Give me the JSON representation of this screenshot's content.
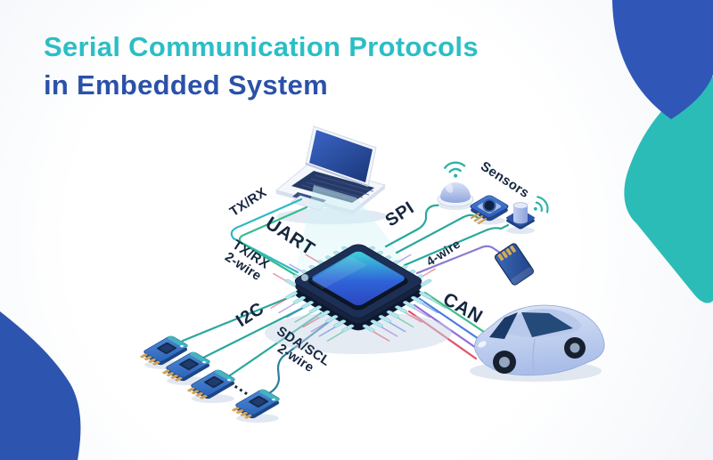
{
  "title": {
    "line1": "Serial Communication Protocols",
    "line2": "in Embedded System"
  },
  "labels": {
    "uart": "UART",
    "spi": "SPI",
    "i2c": "I2C",
    "can": "CAN",
    "uart_wires_top": "TX/RX",
    "uart_wires_bottom": {
      "line1": "TX/RX",
      "line2": "2-wire"
    },
    "spi_wires": "4-wire",
    "i2c_wires": {
      "line1": "SDA/SCL",
      "line2": "2-wire"
    },
    "sensors": "Sensors",
    "ellipsis": "..."
  },
  "colors": {
    "title_teal": "#2ABEC6",
    "title_blue": "#2B51A9",
    "corner_blue": "#2F55B5",
    "corner_teal": "#2CBCB8",
    "wire_teal": "#2AA89D",
    "wire_green": "#3DBD8A",
    "wire_blue": "#4A7DE0",
    "wire_purple": "#8E6FD8",
    "wire_pink": "#E0526A",
    "chip_navy": "#1D2F54",
    "label_ink": "#16263F"
  },
  "icons": {
    "laptop": "laptop-icon",
    "microcontroller": "microcontroller-chip-icon",
    "dome_sensor": "dome-sensor-icon",
    "sensor_module": "sensor-module-icon",
    "cylinder_sensor": "cylinder-sensor-icon",
    "sd_card": "sd-card-icon",
    "car": "car-icon",
    "i2c_module": "i2c-module-icon",
    "wifi": "wifi-waves-icon"
  }
}
